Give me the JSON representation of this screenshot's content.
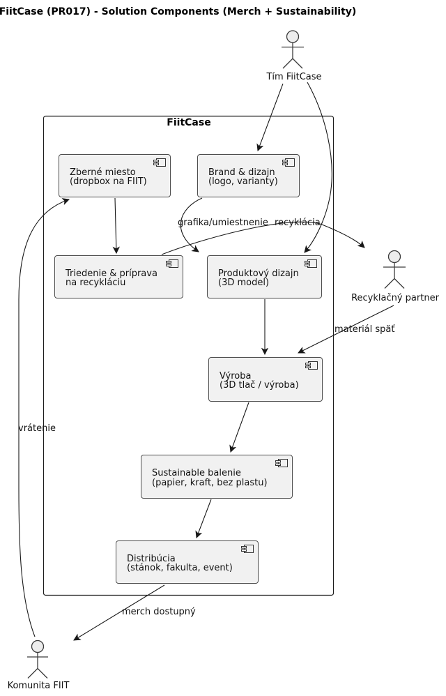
{
  "title": "FiitCase (PR017) - Solution Components (Merch + Sustainability)",
  "frame": {
    "label": "FiitCase"
  },
  "actors": {
    "tim": {
      "label": "Tím FiitCase"
    },
    "partner": {
      "label": "Recyklačný partner"
    },
    "komunita": {
      "label": "Komunita FIIT"
    }
  },
  "components": {
    "zberne": {
      "line1": "Zberné miesto",
      "line2": "(dropbox na FIIT)"
    },
    "brand": {
      "line1": "Brand & dizajn",
      "line2": "(logo, varianty)"
    },
    "triedenie": {
      "line1": "Triedenie & príprava",
      "line2": "na recykláciu"
    },
    "produktovy": {
      "line1": "Produktový dizajn",
      "line2": "(3D model)"
    },
    "vyroba": {
      "line1": "Výroba",
      "line2": "(3D tlač / výroba)"
    },
    "sustainable": {
      "line1": "Sustainable balenie",
      "line2": "(papier, kraft, bez plastu)"
    },
    "distribucia": {
      "line1": "Distribúcia",
      "line2": "(stánok, fakulta, event)"
    }
  },
  "edge_labels": {
    "grafika": "grafika/umiestnenie",
    "recyklacia": "recyklácia",
    "material": "materiál späť",
    "vratenie": "vrátenie",
    "merch": "merch dostupný"
  },
  "colors": {
    "box_fill": "#f1f1f1",
    "box_border": "#4d4d4d",
    "edge": "#181818",
    "actor_fill": "#ededed",
    "background": "#ffffff"
  }
}
